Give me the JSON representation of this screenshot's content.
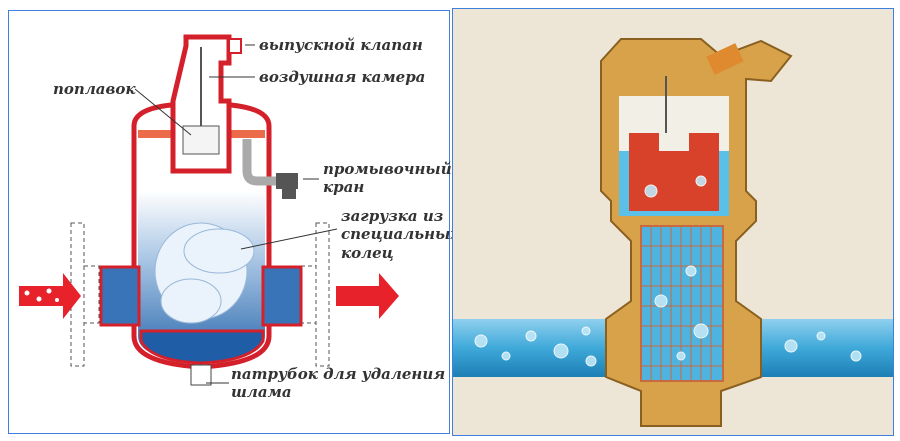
{
  "left_diagram": {
    "labels": {
      "release_valve": "выпускной клапан",
      "air_chamber": "воздушная камера",
      "float": "поплавок",
      "flush_valve_line1": "промывочный",
      "flush_valve_line2": "кран",
      "rings_line1": "загрузка из",
      "rings_line2": "специальных",
      "rings_line3": "колец",
      "sludge_line1": "патрубок для удаления",
      "sludge_line2": "шлама"
    },
    "colors": {
      "housing": "#d4202a",
      "water": "#2f6eb0",
      "arrow": "#e8222b"
    }
  },
  "right_diagram": {
    "colors": {
      "brass": "#d8a24a",
      "water": "#3fa9d9",
      "float": "#d9422a",
      "background": "#ede6d6"
    }
  }
}
